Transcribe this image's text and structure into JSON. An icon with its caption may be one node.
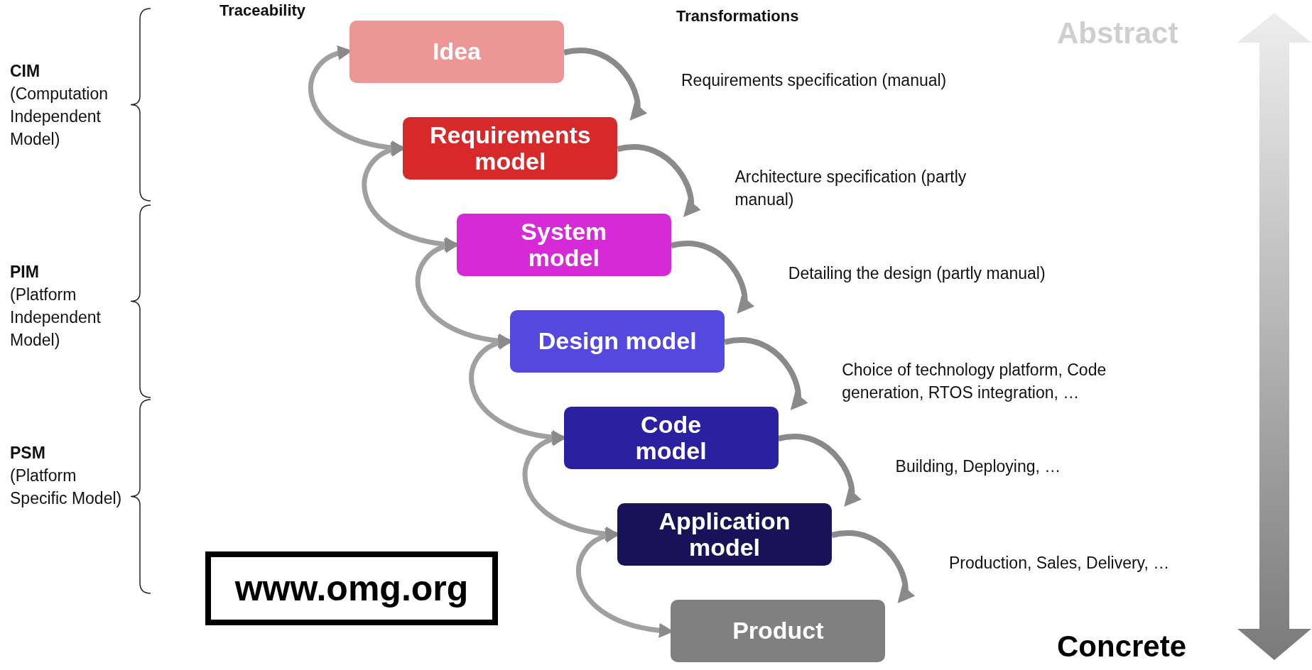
{
  "diagram": {
    "nodes": [
      {
        "text": [
          "Idea"
        ]
      },
      {
        "text": [
          "Requirements model"
        ]
      },
      {
        "text": [
          "System model"
        ]
      },
      {
        "text": [
          "Design model"
        ]
      },
      {
        "text": [
          "Code model"
        ]
      },
      {
        "text": [
          "Application model"
        ]
      },
      {
        "text": [
          "Product"
        ]
      }
    ],
    "edges": [
      {
        "from": 0,
        "to": 1,
        "arrow": "to",
        "label": "Requirements specification (manual)"
      },
      {
        "from": 1,
        "to": 2,
        "arrow": "to",
        "label": "Architecture specification (partly manual)"
      },
      {
        "from": 2,
        "to": 3,
        "arrow": "to",
        "label": "Detailing the design (partly manual)"
      },
      {
        "from": 3,
        "to": 4,
        "arrow": "to",
        "label": "Choice of technology platform, Code generation, RTOS integration, …"
      },
      {
        "from": 4,
        "to": 5,
        "arrow": "to",
        "label": "Building, Deploying, …"
      },
      {
        "from": 5,
        "to": 6,
        "arrow": "to",
        "label": "Production, Sales, Delivery, …"
      },
      {
        "from": 0,
        "to": 1,
        "arrow": "both"
      },
      {
        "from": 1,
        "to": 2,
        "arrow": "both"
      },
      {
        "from": 2,
        "to": 3,
        "arrow": "both"
      },
      {
        "from": 3,
        "to": 4,
        "arrow": "both"
      },
      {
        "from": 4,
        "to": 5,
        "arrow": "both"
      },
      {
        "from": 5,
        "to": 6,
        "arrow": "both"
      }
    ],
    "labels": [
      "Traceability",
      "Transformations",
      "Abstract",
      "CIM",
      "(Computation Independent Model)",
      "PIM",
      "(Platform Independent Model)",
      "PSM",
      "(Platform Specific Model)",
      "www.omg.org",
      "Concrete"
    ]
  }
}
